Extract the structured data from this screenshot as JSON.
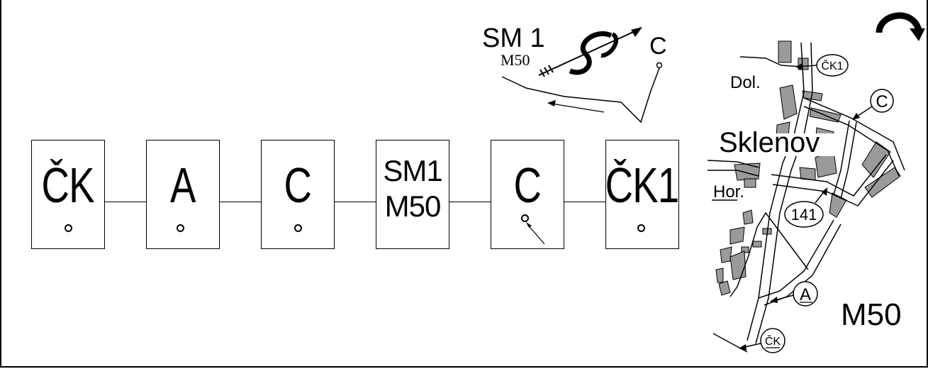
{
  "diagram": {
    "nodes": [
      {
        "label": "ČK"
      },
      {
        "label": "A"
      },
      {
        "label": "C"
      },
      {
        "label_line1": "SM1",
        "label_line2": "M50"
      },
      {
        "label": "C"
      },
      {
        "label": "ČK1"
      }
    ]
  },
  "sketch": {
    "sign_title": "SM 1",
    "sign_sub": "M50",
    "end_label": "C"
  },
  "map": {
    "town": "Sklenov",
    "upper_village": "Dol.",
    "lower_village": "Hor.",
    "road_number": "141",
    "point_ck1": "ČK1",
    "point_c": "C",
    "point_a": "A",
    "point_ck": "ČK",
    "route_label": "M50"
  }
}
